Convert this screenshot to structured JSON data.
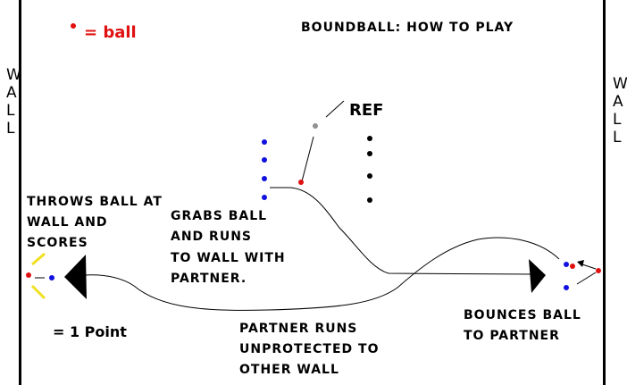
{
  "title": "BOUNDBALL: HOW TO PLAY",
  "legend": {
    "marker": "•",
    "text": "= ball"
  },
  "walls": {
    "left": [
      "W",
      "A",
      "L",
      "L"
    ],
    "right": [
      "W",
      "A",
      "L",
      "L"
    ]
  },
  "labels": {
    "ref": "REF",
    "throws": [
      "THROWS BALL AT",
      "WALL AND",
      "SCORES"
    ],
    "grabs": [
      "GRABS BALL",
      "AND RUNS",
      "TO WALL WITH",
      "PARTNER."
    ],
    "point": "= 1 Point",
    "partner_runs": [
      "PARTNER RUNS",
      "UNPROTECTED TO",
      "OTHER WALL"
    ],
    "bounces": [
      "BOUNCES BALL",
      "TO PARTNER"
    ]
  },
  "colors": {
    "ball": "#e01010",
    "team_blue": "#1010e0",
    "team_black": "#000000",
    "ref": "#909090",
    "score_flash": "#f0e020"
  }
}
